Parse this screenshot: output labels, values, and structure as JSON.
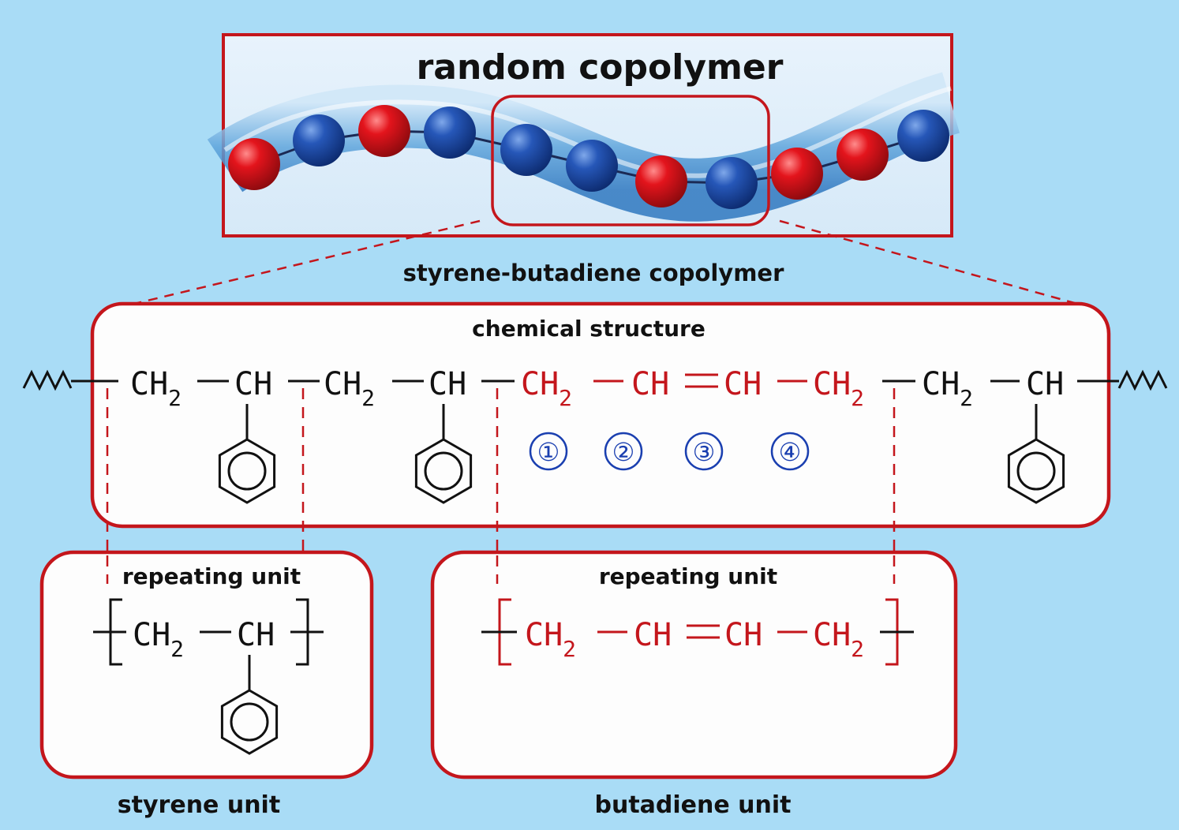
{
  "title": "random copolymer",
  "subtitle": "styrene-butadiene copolymer",
  "structure_label": "chemical structure",
  "chain": {
    "g1": "CH",
    "g1_sub": "2",
    "g2": "CH",
    "g3": "CH",
    "g3_sub": "2",
    "g4": "CH",
    "g5": "CH",
    "g5_sub": "2",
    "g6": "CH",
    "g7": "CH",
    "g8": "CH",
    "g8_sub": "2",
    "g9": "CH",
    "g9_sub": "2",
    "g10": "CH"
  },
  "carbon_numbers": [
    "①",
    "②",
    "③",
    "④"
  ],
  "styrene_box": {
    "heading": "repeating unit",
    "g1": "CH",
    "g1_sub": "2",
    "g2": "CH",
    "caption": "styrene unit"
  },
  "butadiene_box": {
    "heading": "repeating unit",
    "g1": "CH",
    "g1_sub": "2",
    "g2": "CH",
    "g3": "CH",
    "g4": "CH",
    "g4_sub": "2",
    "caption": "butadiene unit"
  },
  "bead_colors": [
    "red",
    "blue",
    "red",
    "blue",
    "blue",
    "blue",
    "red",
    "blue",
    "red",
    "red",
    "blue"
  ],
  "colors": {
    "background": "#a9dcf6",
    "accent_red": "#c4161c",
    "bead_blue": "#1f4fa8",
    "bead_red": "#e0141e",
    "number_blue": "#1a3fb0"
  }
}
